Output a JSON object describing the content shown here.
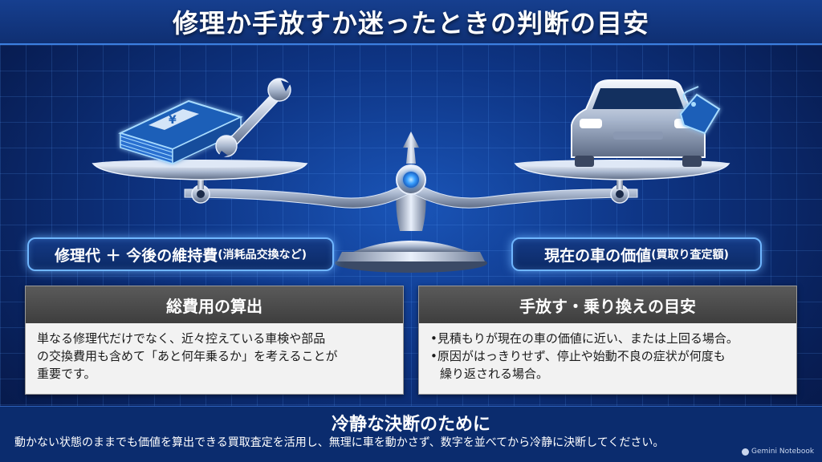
{
  "header": {
    "title": "修理か手放すか迷ったときの判断の目安"
  },
  "icons": {
    "left_pan": [
      "yen-money-stack-icon",
      "wrench-icon"
    ],
    "right_pan": [
      "car-icon",
      "price-tag-icon"
    ],
    "center": "balance-scale-icon"
  },
  "labels": {
    "left": {
      "main": "修理代 ＋ 今後の維持費",
      "sub": "(消耗品交換など)"
    },
    "right": {
      "main": "現在の車の価値",
      "sub": "(買取り査定額)"
    }
  },
  "panels": {
    "left": {
      "title": "総費用の算出",
      "lines": [
        "単なる修理代だけでなく、近々控えている車検や部品",
        "の交換費用も含めて「あと何年乗るか」を考えることが",
        "重要です。"
      ]
    },
    "right": {
      "title": "手放す・乗り換えの目安",
      "bullets": [
        [
          "•見積もりが現在の車の価値に近い、または上回る場合。"
        ],
        [
          "•原因がはっきりせず、停止や始動不良の症状が何度も",
          "繰り返される場合。"
        ]
      ]
    }
  },
  "footer": {
    "title": "冷静な決断のために",
    "text": "動かない状態のままでも価値を算出できる買取査定を活用し、無理に車を動かさず、数字を並べてから冷静に決断してください。"
  },
  "watermark": "Gemini Notebook",
  "colors": {
    "background": "#0e3585",
    "glow": "#6fb6ff",
    "panel_head": "#4a4a4a",
    "panel_body": "#f2f2f2"
  }
}
